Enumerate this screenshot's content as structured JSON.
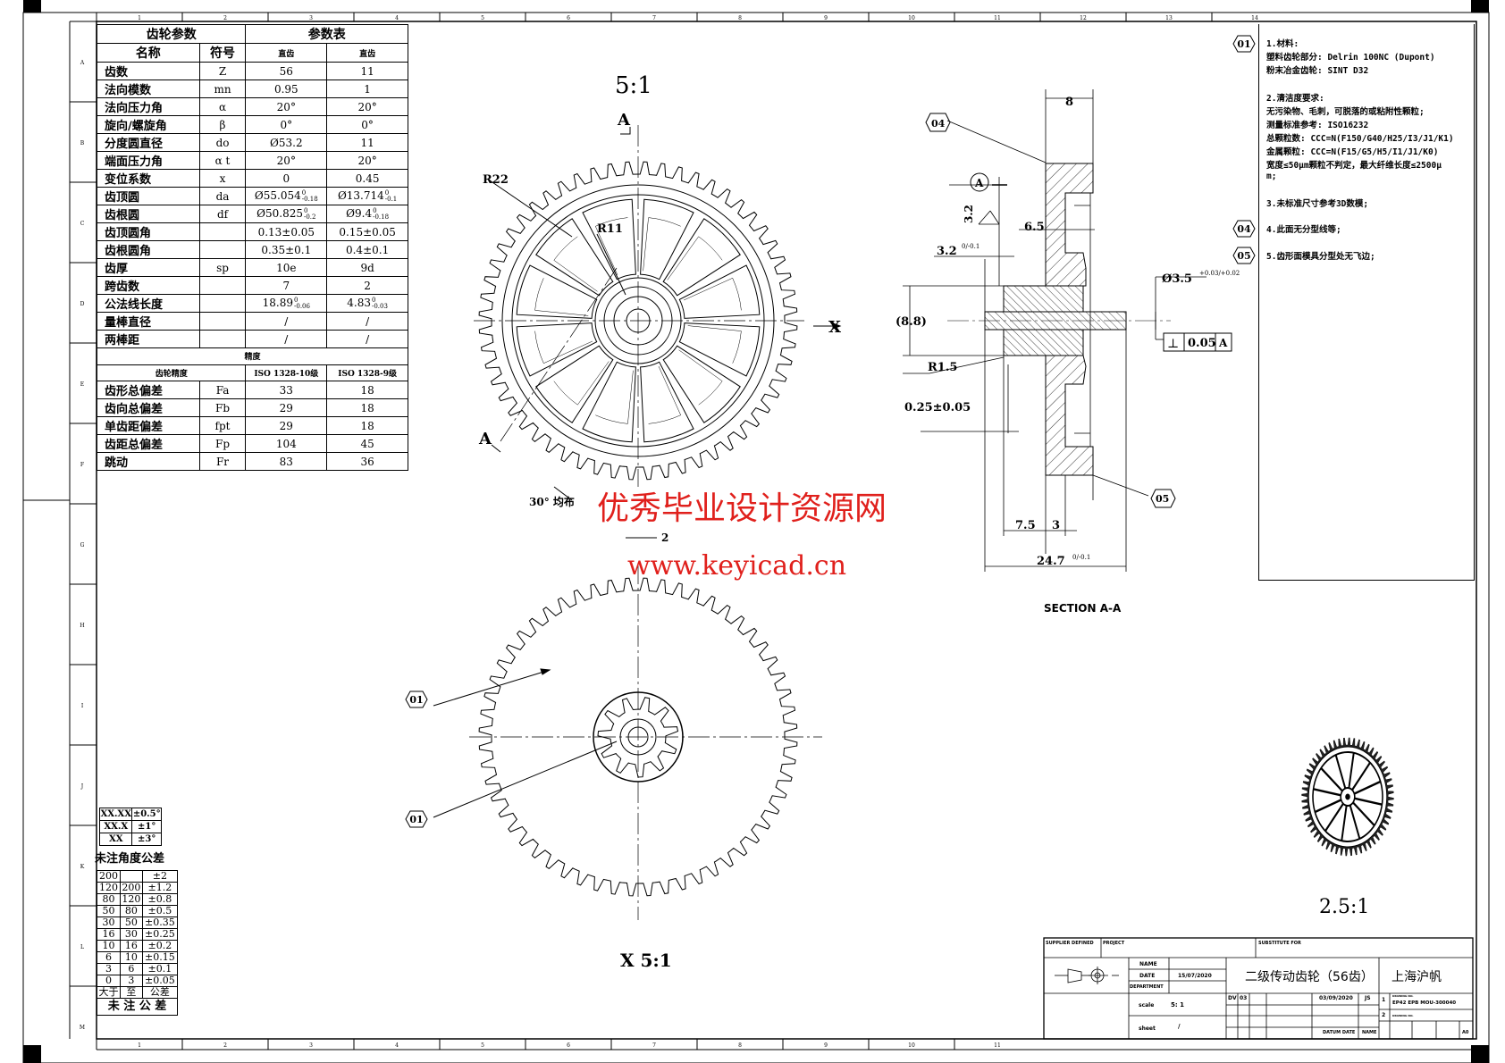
{
  "frame": {
    "col_numbers": [
      "1",
      "2",
      "3",
      "4",
      "5",
      "6",
      "7",
      "8",
      "9",
      "10",
      "11",
      "12",
      "13",
      "14"
    ],
    "bottom_numbers": [
      "1",
      "2",
      "3",
      "4",
      "5",
      "6",
      "7",
      "8",
      "9",
      "10",
      "11"
    ],
    "row_letters": [
      "A",
      "B",
      "C",
      "D",
      "E",
      "F",
      "G",
      "H",
      "I",
      "J",
      "K",
      "L",
      "M"
    ]
  },
  "param_table": {
    "title_left": "齿轮参数",
    "title_right": "参数表",
    "head": [
      "名称",
      "符号",
      "直齿",
      "直齿"
    ],
    "rows": [
      {
        "name": "齿数",
        "sym": "Z",
        "a": {
          "v": "56"
        },
        "b": {
          "v": "11"
        }
      },
      {
        "name": "法向模数",
        "sym": "mn",
        "a": {
          "v": "0.95"
        },
        "b": {
          "v": "1"
        }
      },
      {
        "name": "法向压力角",
        "sym": "α",
        "a": {
          "v": "20°"
        },
        "b": {
          "v": "20°"
        }
      },
      {
        "name": "旋向/螺旋角",
        "sym": "β",
        "a": {
          "v": "0°"
        },
        "b": {
          "v": "0°"
        }
      },
      {
        "name": "分度圆直径",
        "sym": "do",
        "a": {
          "v": "Ø53.2"
        },
        "b": {
          "v": "11"
        }
      },
      {
        "name": "端面压力角",
        "sym": "α t",
        "a": {
          "v": "20°"
        },
        "b": {
          "v": "20°"
        }
      },
      {
        "name": "变位系数",
        "sym": "x",
        "a": {
          "v": "0"
        },
        "b": {
          "v": "0.45"
        }
      },
      {
        "name": "齿顶圆",
        "sym": "da",
        "a": {
          "v": "Ø55.054",
          "up": "0",
          "lo": "-0.18"
        },
        "b": {
          "v": "Ø13.714",
          "up": "0",
          "lo": "-0.1"
        }
      },
      {
        "name": "齿根圆",
        "sym": "df",
        "a": {
          "v": "Ø50.825",
          "up": "0",
          "lo": "-0.2"
        },
        "b": {
          "v": "Ø9.4",
          "up": "0",
          "lo": "-0.18"
        }
      },
      {
        "name": "齿顶圆角",
        "sym": "",
        "a": {
          "v": "0.13±0.05"
        },
        "b": {
          "v": "0.15±0.05"
        }
      },
      {
        "name": "齿根圆角",
        "sym": "",
        "a": {
          "v": "0.35±0.1"
        },
        "b": {
          "v": "0.4±0.1"
        }
      },
      {
        "name": "齿厚",
        "sym": "sp",
        "a": {
          "v": "10e"
        },
        "b": {
          "v": "9d"
        }
      },
      {
        "name": "跨齿数",
        "sym": "",
        "a": {
          "v": "7"
        },
        "b": {
          "v": "2"
        }
      },
      {
        "name": "公法线长度",
        "sym": "",
        "a": {
          "v": "18.89",
          "up": "0",
          "lo": "-0.06"
        },
        "b": {
          "v": "4.83",
          "up": "0",
          "lo": "-0.03"
        }
      },
      {
        "name": "量棒直径",
        "sym": "",
        "a": {
          "v": "/"
        },
        "b": {
          "v": "/"
        }
      },
      {
        "name": "两棒距",
        "sym": "",
        "a": {
          "v": "/"
        },
        "b": {
          "v": "/"
        }
      }
    ],
    "precision_title": "精度",
    "precision_head": [
      "齿轮精度",
      "ISO 1328-10级",
      "ISO 1328-9级"
    ],
    "precision_rows": [
      {
        "name": "齿形总偏差",
        "sym": "Fa",
        "a": "33",
        "b": "18"
      },
      {
        "name": "齿向总偏差",
        "sym": "Fb",
        "a": "29",
        "b": "18"
      },
      {
        "name": "单齿距偏差",
        "sym": "fpt",
        "a": "29",
        "b": "18"
      },
      {
        "name": "齿距总偏差",
        "sym": "Fp",
        "a": "104",
        "b": "45"
      },
      {
        "name": "跳动",
        "sym": "Fr",
        "a": "83",
        "b": "36"
      }
    ]
  },
  "angle_tolerance": {
    "rows": [
      [
        "XX.XX",
        "±0.5°"
      ],
      [
        "XX.X",
        "±1°"
      ],
      [
        "XX",
        "±3°"
      ]
    ],
    "label": "未注角度公差"
  },
  "linear_tolerance": {
    "rows": [
      [
        "200",
        "",
        "±2"
      ],
      [
        "120",
        "200",
        "±1.2"
      ],
      [
        "80",
        "120",
        "±0.8"
      ],
      [
        "50",
        "80",
        "±0.5"
      ],
      [
        "30",
        "50",
        "±0.35"
      ],
      [
        "16",
        "30",
        "±0.25"
      ],
      [
        "10",
        "16",
        "±0.2"
      ],
      [
        "6",
        "10",
        "±0.15"
      ],
      [
        "3",
        "6",
        "±0.1"
      ],
      [
        "0",
        "3",
        "±0.05"
      ],
      [
        "大于",
        "至",
        "公差"
      ]
    ],
    "label": "未 注 公 差"
  },
  "front_view": {
    "scale": "5:1",
    "section_mark": "A",
    "r_outer": "R22",
    "r_inner": "R11",
    "view_arrow": "X",
    "spoke_note": "30° 均布",
    "dim_2": "2",
    "teeth": 56,
    "spokes": 12
  },
  "rear_view": {
    "label": "X 5:1",
    "tag1": "01",
    "tag2": "01",
    "teeth": 56,
    "pinion_teeth": 11
  },
  "section": {
    "title": "SECTION A-A",
    "dim_8": "8",
    "dim_6_5": "6.5",
    "dim_3_2": "3.2",
    "dim_3_2_tol": "0/-0.1",
    "roughness": "3.2",
    "datum": "A",
    "dim_8_8": "(8.8)",
    "r1_5": "R1.5",
    "dim_025": "0.25±0.05",
    "dim_7_5": "7.5",
    "dim_3": "3",
    "dim_24_7": "24.7",
    "dim_24_7_tol": "0/-0.1",
    "bore": "Ø3.5",
    "bore_tol": "+0.03/+0.02",
    "gdt_symbol": "⊥",
    "gdt_value": "0.05",
    "gdt_datum": "A",
    "tag04": "04",
    "tag05": "05"
  },
  "notes": {
    "tags": [
      "01",
      "04",
      "05"
    ],
    "lines": [
      "1.材料:",
      "  塑料齿轮部分: Delrin 100NC (Dupont)",
      "  粉末冶金齿轮: SINT D32",
      "2.清洁度要求:",
      "无污染物、毛刺，可脱落的或粘附性颗粒;",
      "测量标准参考: ISO16232",
      "总颗粒数: CCC=N(F150/G40/H25/I3/J1/K1)",
      "金属颗粒: CCC=N(F15/G5/H5/I1/J1/K0)",
      "宽度≤50μm颗粒不判定，最大纤维长度≤2500μ",
      "m;",
      "3.未标准尺寸参考3D数模;",
      "4.此面无分型线等;",
      "5.齿形面模具分型处无飞边;"
    ]
  },
  "iso_view": {
    "scale": "2.5:1"
  },
  "watermark": {
    "line1": "优秀毕业设计资源网",
    "line2": "www.keyicad.cn",
    "color": "#e0201c"
  },
  "title_block": {
    "supplier": "SUPPLIER DEFINED",
    "project": "PROJECT",
    "substitute": "SUBSTITUTE FOR",
    "name_label": "NAME",
    "date_label": "DATE",
    "date_value": "15/07/2020",
    "department_label": "DEPARTMENT",
    "drawing_title": "二级传动齿轮（56齿）",
    "company": "上海沪帆",
    "scale_label": "scale",
    "scale_value": "5: 1",
    "sheet_label": "sheet",
    "sheet_value": "/",
    "rev_dv": "DV",
    "rev_no": "03",
    "rev_date": "03/09/2020",
    "rev_by": "JS",
    "datum_date": "DATUM DATE",
    "name2": "NAME",
    "row1_no": "1",
    "row1_small": "DRAWING NO.",
    "row1_value": "EP42 EPB MOU-300040",
    "row2_no": "2",
    "row2_small": "DRAWING NO.",
    "size": "A0"
  }
}
